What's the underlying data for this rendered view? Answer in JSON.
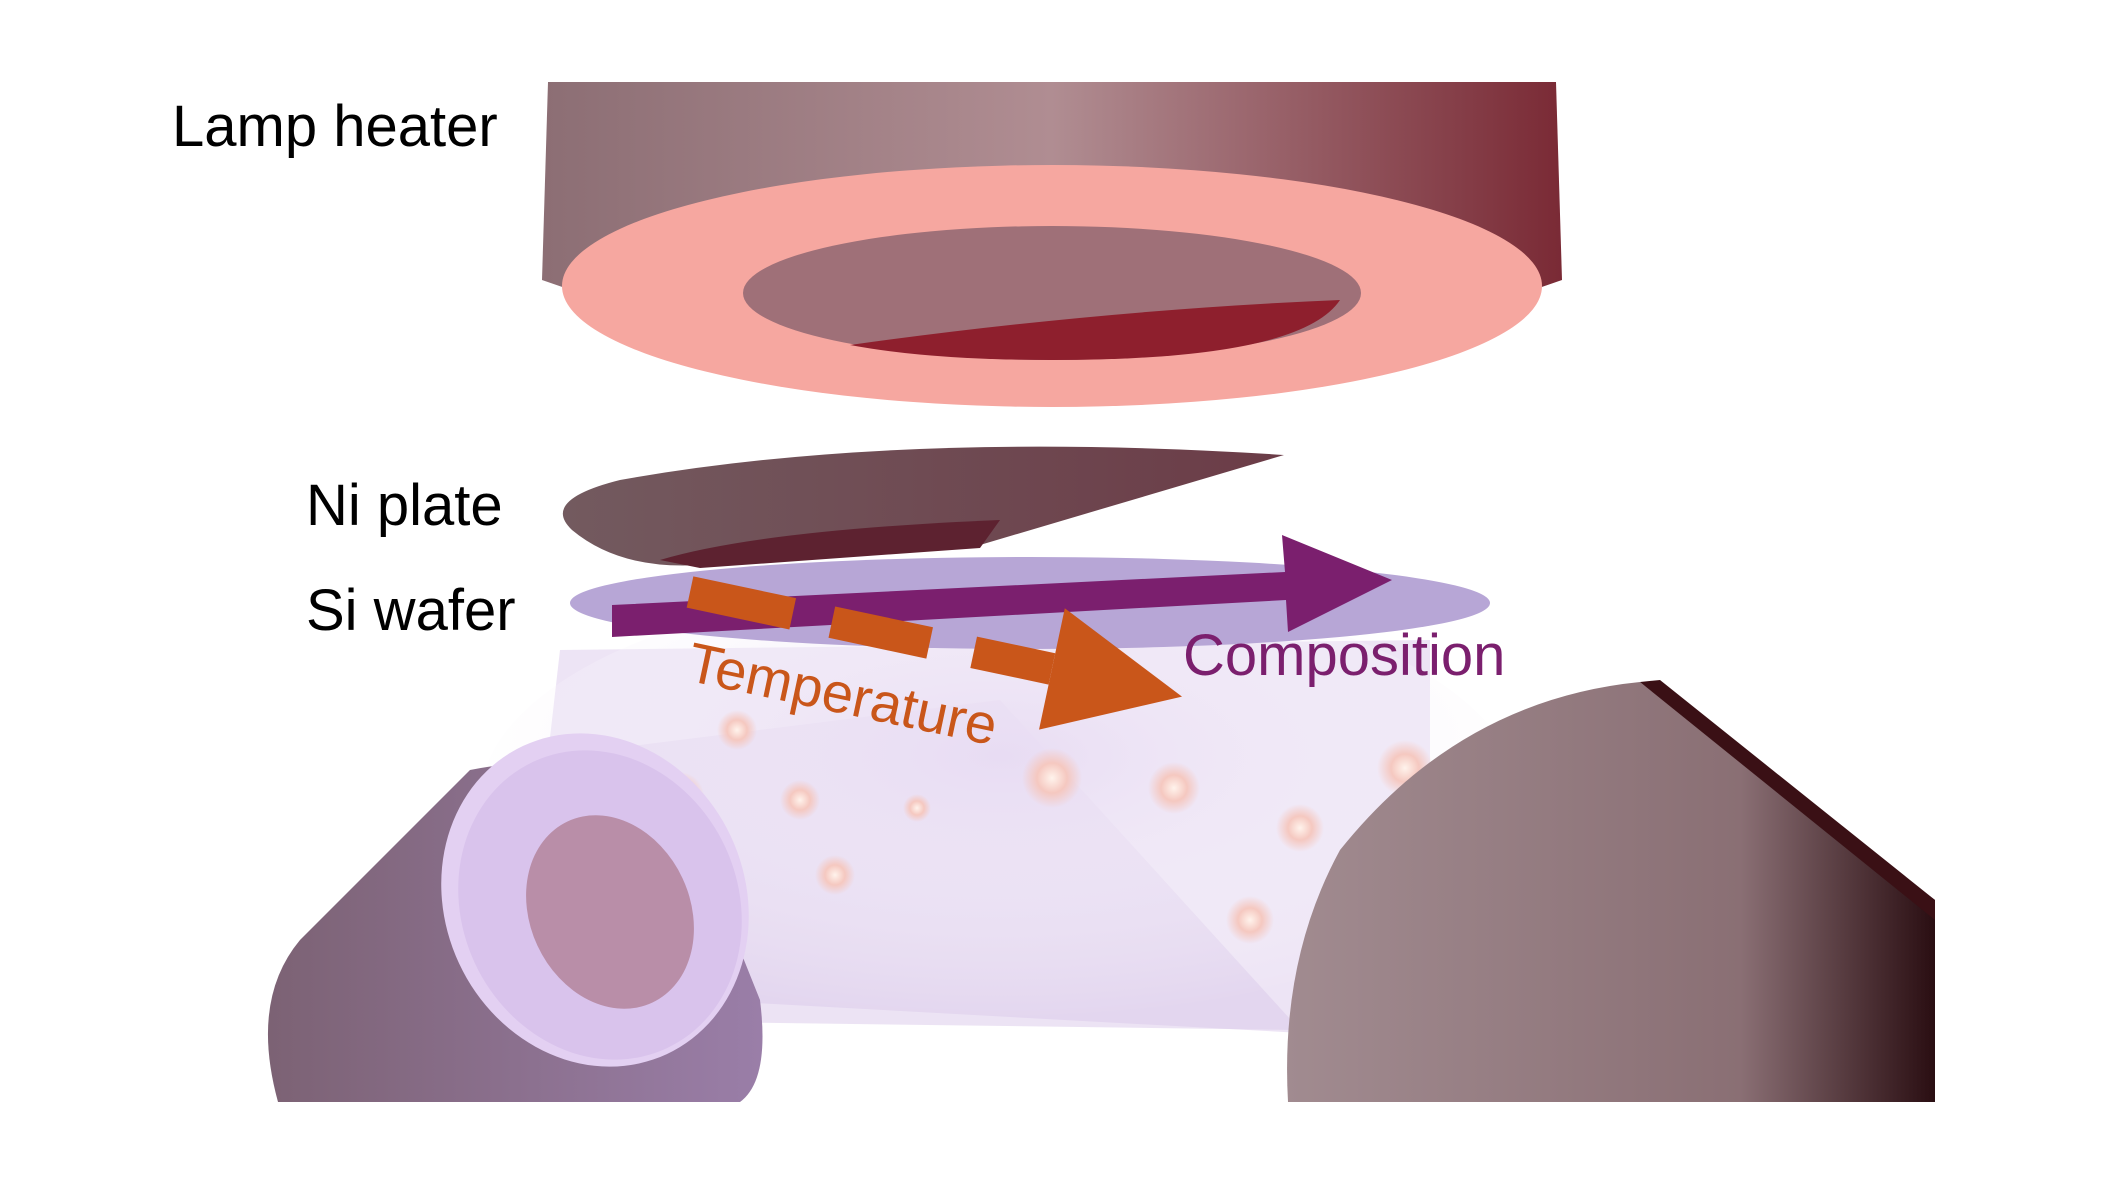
{
  "labels": {
    "lamp_heater": "Lamp heater",
    "ni_plate": "Ni plate",
    "si_wafer": "Si wafer",
    "temperature": "Temperature",
    "composition": "Composition"
  },
  "colors": {
    "temperature_arrow": "#c9561a",
    "composition_arrow": "#7b1f6e",
    "heater_ring": "#f6a7a0",
    "wafer": "#b7a6d6"
  }
}
